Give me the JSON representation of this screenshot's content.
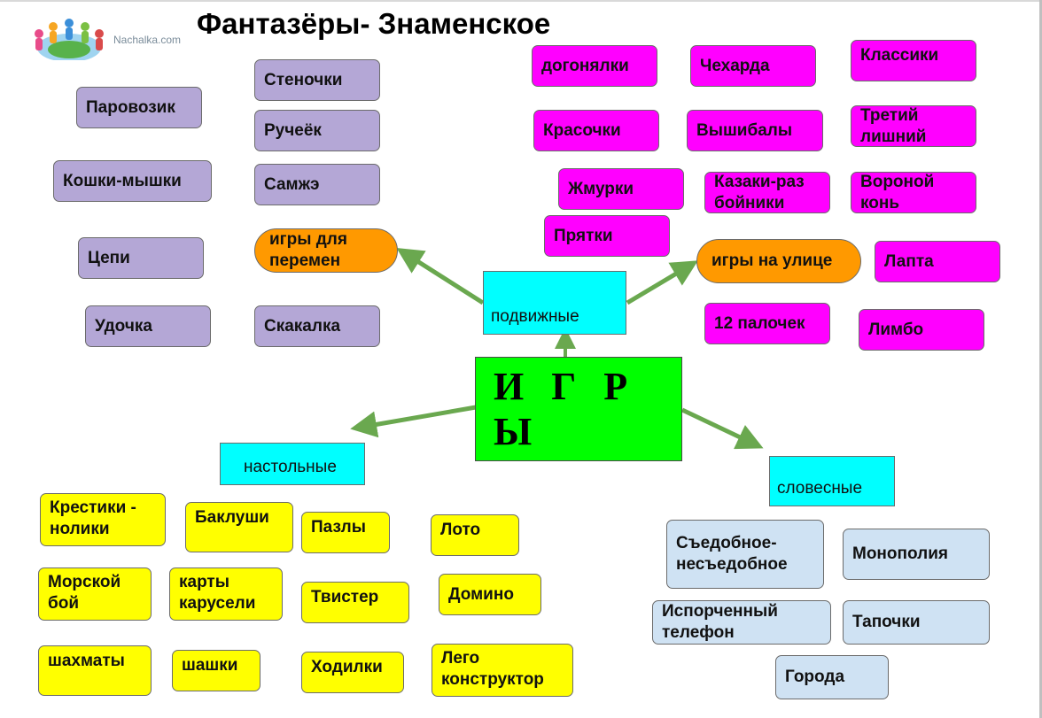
{
  "title": "Фантазёры- Знаменское",
  "logo": {
    "text": "Nachalka.com"
  },
  "center": {
    "label": "И Г Р Ы"
  },
  "categories": {
    "mobile": "подвижные",
    "board": "настольные",
    "verbal": "словесные"
  },
  "subcategories": {
    "break": "игры для перемен",
    "street": "игры на улице"
  },
  "break_games_left": [
    "Паровозик",
    "Кошки-мышки",
    "Цепи",
    "Удочка"
  ],
  "break_games_right": [
    "Стеночки",
    "Ручеёк",
    "Самжэ",
    "Скакалка"
  ],
  "street_games": [
    "догонялки",
    "Чехарда",
    "Классики",
    "Красочки",
    "Вышибалы",
    "Третий лишний",
    "Жмурки",
    "Казаки-раз бойники",
    "Вороной конь",
    "Прятки",
    "Лапта",
    "12 палочек",
    "Лимбо"
  ],
  "board_games": [
    "Крестики - нолики",
    "Баклуши",
    "Пазлы",
    "Лото",
    "Морской бой",
    "карты карусели",
    "Твистер",
    "Домино",
    "шахматы",
    "шашки",
    "Ходилки",
    "Лего конструктор"
  ],
  "verbal_games": [
    "Съедобное-несъедобное",
    "Монополия",
    "Испорченный телефон",
    "Тапочки",
    "Города"
  ],
  "colors": {
    "center": "#00ff00",
    "category": "#00ffff",
    "subcategory": "#ff9900",
    "break_games": "#b4a7d6",
    "street_games": "#ff00ff",
    "board_games": "#ffff00",
    "verbal_games": "#cfe2f3",
    "arrow": "#6aa84f"
  }
}
